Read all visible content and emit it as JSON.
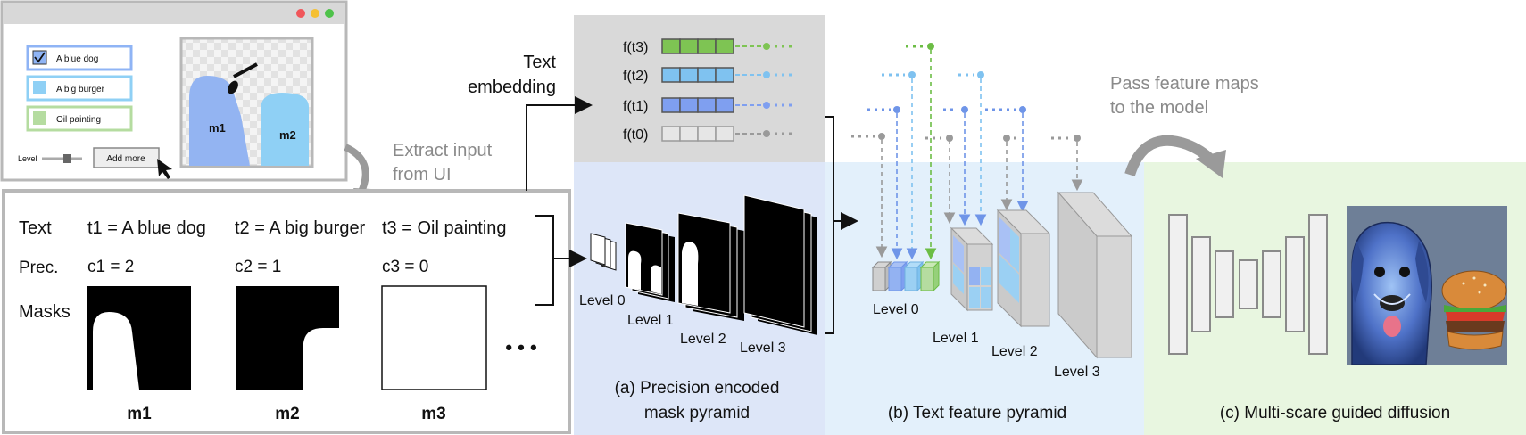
{
  "ui_window": {
    "checkboxes": [
      {
        "label": "A blue dog",
        "checked": true,
        "color": "#8fb4f5"
      },
      {
        "label": "A big burger",
        "checked": false,
        "color": "#8fd0f5"
      },
      {
        "label": "Oil painting",
        "checked": false,
        "color": "#b5dca0"
      }
    ],
    "level_label": "Level",
    "add_more_label": "Add more",
    "canvas_labels": {
      "m1": "m1",
      "m2": "m2"
    }
  },
  "extract_label_line1": "Extract input",
  "extract_label_line2": "from UI",
  "inputs": {
    "row_labels": {
      "text": "Text",
      "prec": "Prec.",
      "masks": "Masks"
    },
    "texts": [
      "t1 = A blue dog",
      "t2 = A big burger",
      "t3 = Oil painting"
    ],
    "precisions": [
      "c1 = 2",
      "c2 = 1",
      "c3 = 0"
    ],
    "mask_names": [
      "m1",
      "m2",
      "m3"
    ],
    "ellipsis": "• • •"
  },
  "text_embedding_line1": "Text",
  "text_embedding_line2": "embedding",
  "embeddings": [
    {
      "label": "f(t3)",
      "color": "#7ec453"
    },
    {
      "label": "f(t2)",
      "color": "#7fc2f0"
    },
    {
      "label": "f(t1)",
      "color": "#7f9ff0"
    },
    {
      "label": "f(t0)",
      "color": "#b4b4b4"
    }
  ],
  "mask_pyramid": {
    "levels": [
      "Level 0",
      "Level 1",
      "Level 2",
      "Level 3"
    ],
    "caption_line1": "(a) Precision encoded",
    "caption_line2": "mask pyramid"
  },
  "text_pyramid": {
    "levels": [
      "Level 0",
      "Level 1",
      "Level 2",
      "Level 3"
    ],
    "caption": "(b) Text feature pyramid"
  },
  "pass_label_line1": "Pass feature maps",
  "pass_label_line2": "to the model",
  "diffusion": {
    "caption": "(c) Multi-scare guided diffusion"
  },
  "colors": {
    "panel_a_bg": "#dde6f8",
    "panel_b_bg": "#e3f0fb",
    "panel_c_bg": "#e8f6e0",
    "embed_bg": "#d9d9d9",
    "gray_text": "#8a8a8a"
  }
}
